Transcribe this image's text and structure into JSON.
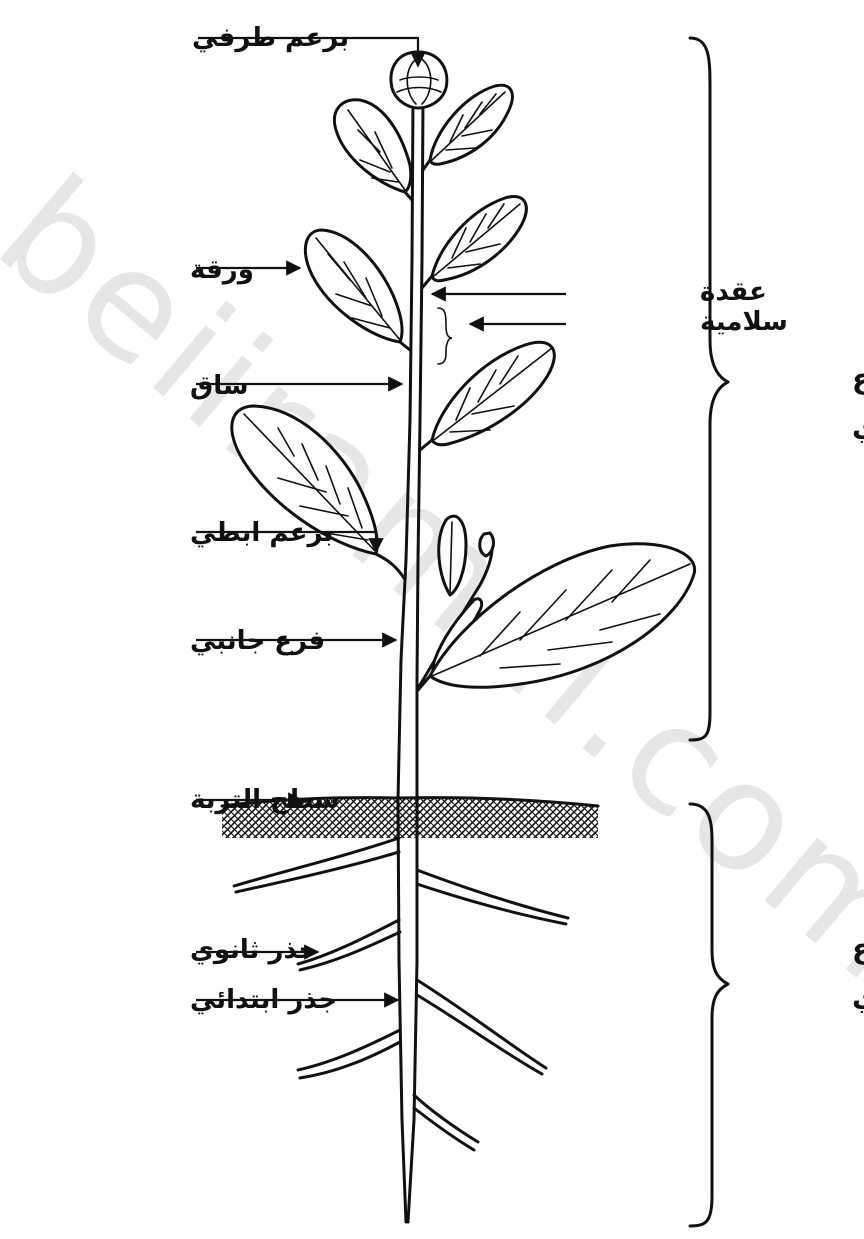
{
  "watermark": "beiiramal.com",
  "labels": {
    "terminal_bud": "برعم طرفي",
    "leaf": "ورقة",
    "node": "عقدة",
    "internode": "سلامية",
    "stem": "ساق",
    "axillary_bud": "برعم ابطي",
    "lateral_branch": "فرع جانبي",
    "soil_surface": "سطح التربة",
    "secondary_root": "جذر ثانوي",
    "primary_root": "جذر ابتدائي"
  },
  "groups": {
    "shoot_line1": "المجموع",
    "shoot_line2": "الخضري",
    "root_line1": "المجموع",
    "root_line2": "الجذري"
  }
}
